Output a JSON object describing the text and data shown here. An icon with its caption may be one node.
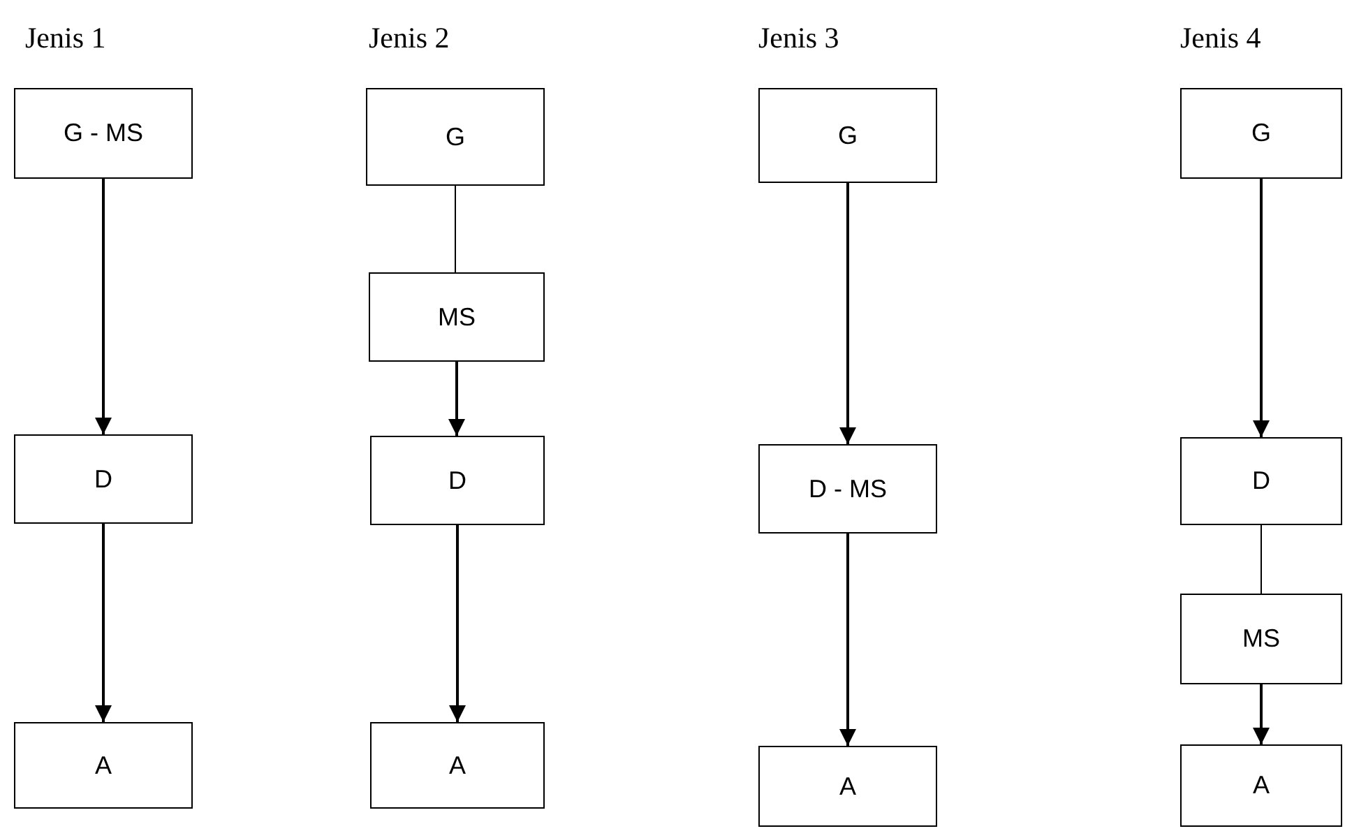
{
  "diagram": {
    "nodes": [
      {
        "text": [
          "G - MS"
        ]
      },
      {
        "text": [
          "D"
        ]
      },
      {
        "text": [
          "A"
        ]
      },
      {
        "text": [
          "G"
        ]
      },
      {
        "text": [
          "MS"
        ]
      },
      {
        "text": [
          "D"
        ]
      },
      {
        "text": [
          "A"
        ]
      },
      {
        "text": [
          "G"
        ]
      },
      {
        "text": [
          "D - MS"
        ]
      },
      {
        "text": [
          "A"
        ]
      },
      {
        "text": [
          "G"
        ]
      },
      {
        "text": [
          "D"
        ]
      },
      {
        "text": [
          "MS"
        ]
      },
      {
        "text": [
          "A"
        ]
      }
    ],
    "edges": [
      {
        "from": 0,
        "to": 1,
        "arrow": "to"
      },
      {
        "from": 1,
        "to": 2,
        "arrow": "to"
      },
      {
        "from": 3,
        "to": 4,
        "arrow": "none"
      },
      {
        "from": 4,
        "to": 5,
        "arrow": "to"
      },
      {
        "from": 5,
        "to": 6,
        "arrow": "to"
      },
      {
        "from": 7,
        "to": 8,
        "arrow": "to"
      },
      {
        "from": 8,
        "to": 9,
        "arrow": "to"
      },
      {
        "from": 10,
        "to": 11,
        "arrow": "to"
      },
      {
        "from": 11,
        "to": 12,
        "arrow": "none"
      },
      {
        "from": 12,
        "to": 13,
        "arrow": "to"
      }
    ],
    "labels": [
      "Jenis 1",
      "Jenis 2",
      "Jenis 3",
      "Jenis 4"
    ]
  }
}
